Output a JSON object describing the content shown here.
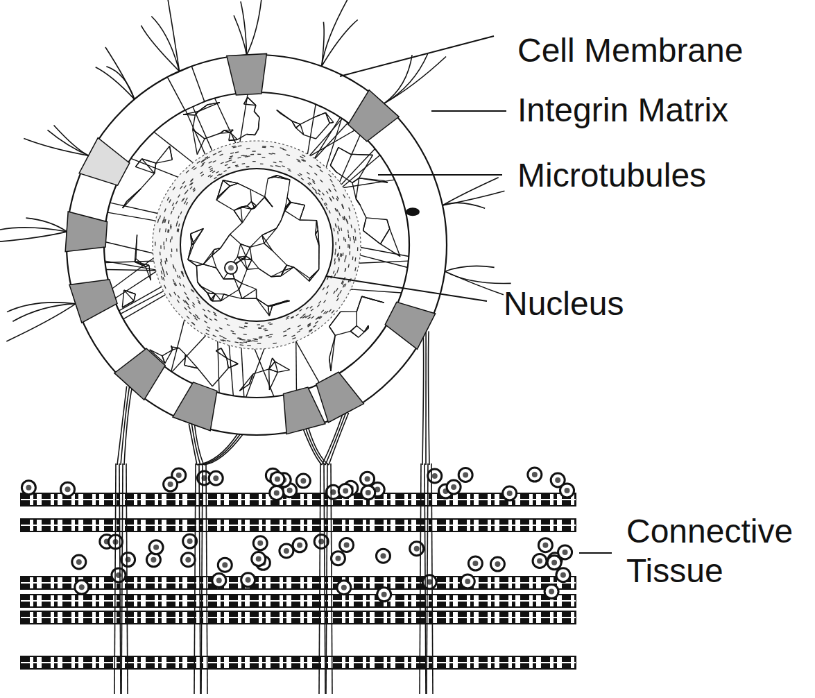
{
  "diagram": {
    "labels": [
      "Cell Membrane",
      "Integrin Matrix",
      "Microtubules",
      "Nucleus",
      "Connective Tissue"
    ]
  }
}
